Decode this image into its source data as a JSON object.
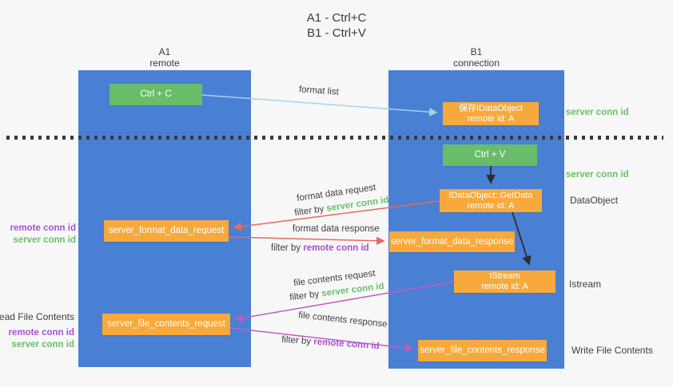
{
  "title": {
    "line1": "A1 - Ctrl+C",
    "line2": "B1 - Ctrl+V"
  },
  "columns": {
    "a1": {
      "name": "A1",
      "role": "remote"
    },
    "b1": {
      "name": "B1",
      "role": "connection"
    }
  },
  "nodes": {
    "ctrl_c": {
      "label": "Ctrl + C"
    },
    "save_obj": {
      "line1": "保存IDataObject",
      "line2": "remote id: A"
    },
    "ctrl_v": {
      "label": "Ctrl + V"
    },
    "getdata": {
      "line1": "IDataObject::GetData",
      "line2": "remote id: A"
    },
    "fmt_req": {
      "label": "server_format_data_request"
    },
    "fmt_resp": {
      "label": "server_format_data_response"
    },
    "istream": {
      "line1": "IStream",
      "line2": "remote id: A"
    },
    "file_req": {
      "label": "server_file_contents_request"
    },
    "file_resp": {
      "label": "server_file_contents_response"
    }
  },
  "captions": {
    "format_list": "format list",
    "format_data_request": "format data request",
    "format_data_response": "format data response",
    "file_contents_request": "file contents request",
    "file_contents_response": "file contents response",
    "filter_by": "filter by "
  },
  "labels": {
    "server_conn_id": "server conn id",
    "remote_conn_id": "remote conn id",
    "dataobject": "DataObject",
    "istream": "Istream",
    "read_file_contents": "Read File Contents",
    "write_file_contents": "Write File Contents"
  },
  "colors": {
    "lifeline_blue": "#4a80d4",
    "node_green": "#69bd69",
    "node_orange": "#f7a93c",
    "arrow_light_blue": "#a6d3ee",
    "arrow_red": "#e8695f",
    "arrow_magenta": "#c05ac0",
    "arrow_black": "#2d2d2d",
    "label_green": "#6abf69",
    "label_purple": "#a652d2",
    "background": "#f7f7f8"
  }
}
